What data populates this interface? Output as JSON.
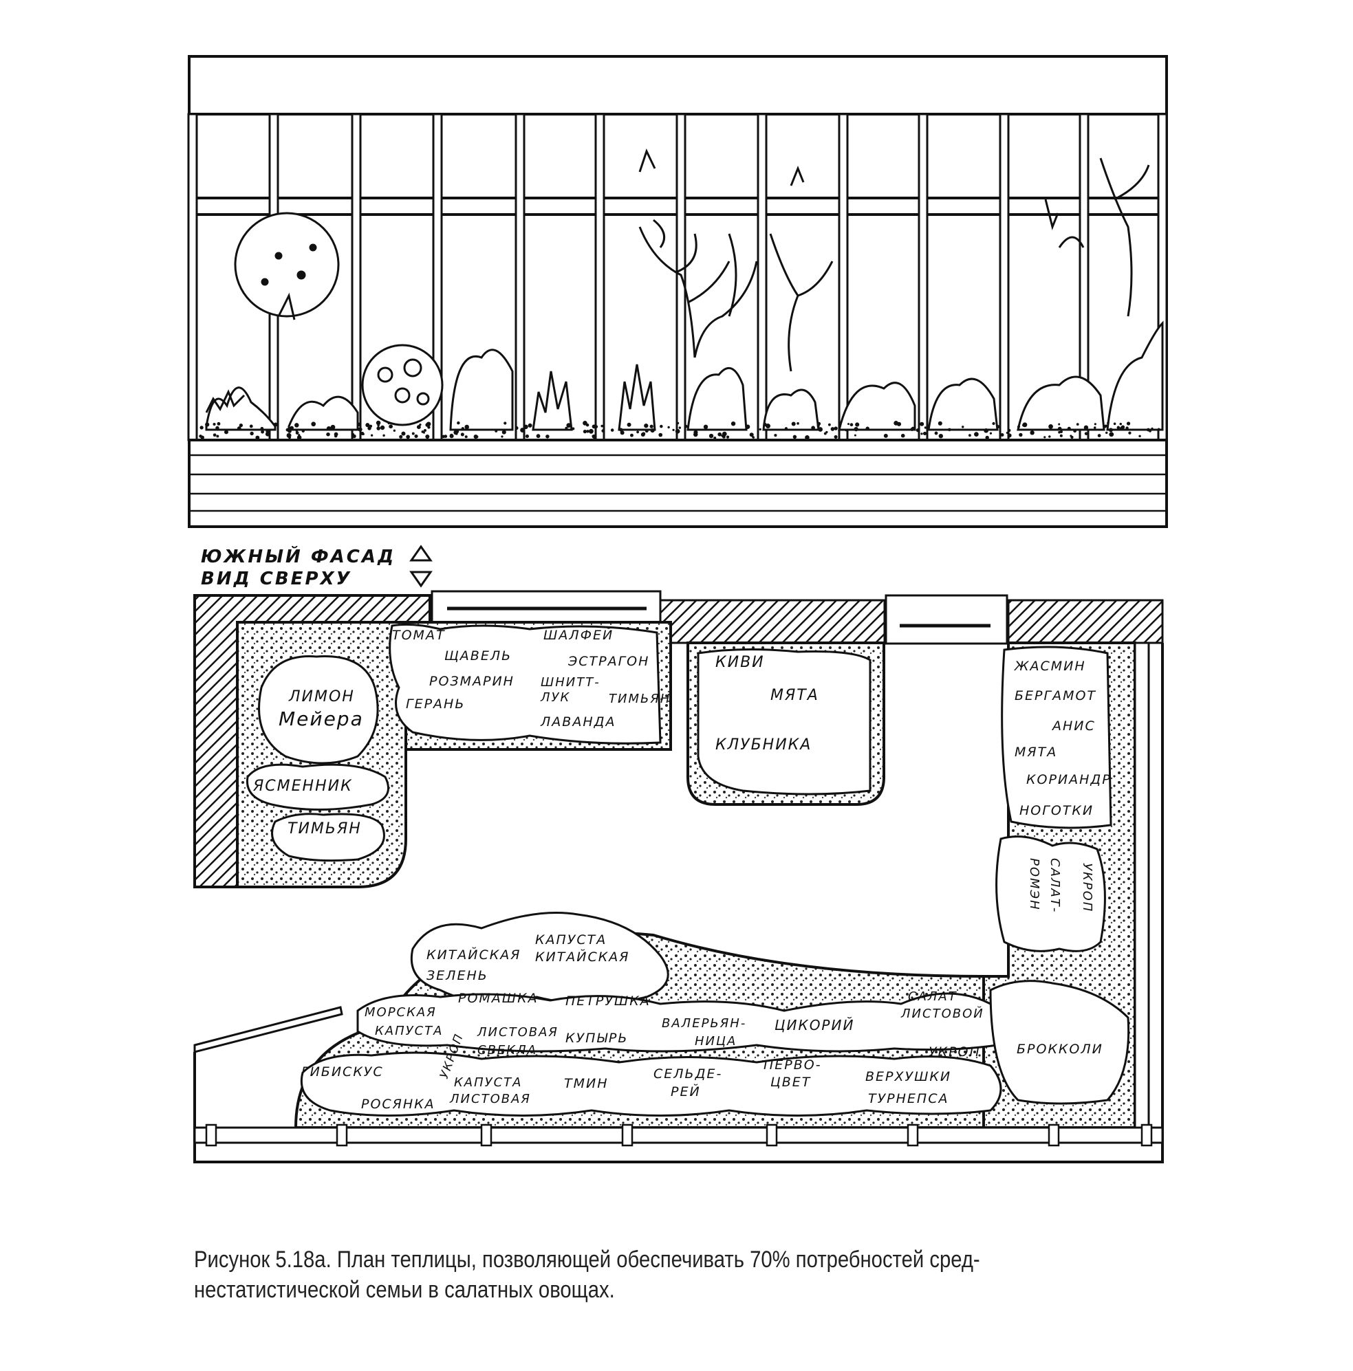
{
  "facade_label": "ЮЖНЫЙ ФАСАД",
  "top_view_label": "ВИД СВЕРХУ",
  "plants": {
    "lemon": "ЛИМОН",
    "lemon2": "Мейера",
    "yasmennik": "ЯСМЕННИК",
    "tymyan1": "ТИМЬЯН",
    "tomat": "ТОМАТ",
    "shchavel": "ЩАВЕЛЬ",
    "shalfei": "ШАЛФЕЙ",
    "estragon": "ЭСТРАГОН",
    "rozmarin": "РОЗМАРИН",
    "shnitt1": "ШНИТТ-",
    "shnitt2": "ЛУК",
    "geran": "ГЕРАНЬ",
    "tymyan2": "ТИМЬЯН",
    "lavanda": "ЛАВАНДА",
    "kivi": "КИВИ",
    "myata1": "МЯТА",
    "klubnika": "КЛУБНИКА",
    "jasmin": "ЖАСМИН",
    "bergamot": "БЕРГАМОТ",
    "anis": "АНИС",
    "myata2": "МЯТА",
    "koriandr": "КОРИАНДР",
    "nogotki": "НОГОТКИ",
    "salat_romen1": "САЛАТ-",
    "salat_romen2": "РОМЭН",
    "ukrop1": "УКРОП",
    "kitai_zelen1": "КИТАЙСКАЯ",
    "kitai_zelen2": "ЗЕЛЕНЬ",
    "kapusta_kit1": "КАПУСТА",
    "kapusta_kit2": "КИТАЙСКАЯ",
    "romashka": "РОМАШКА",
    "petrushka": "ПЕТРУШКА",
    "morskaya1": "МОРСКАЯ",
    "morskaya2": "КАПУСТА",
    "ukrop2": "УКРОП",
    "svekla1": "ЛИСТОВАЯ",
    "svekla2": "СВЕКЛА",
    "kupyr": "КУПЫРЬ",
    "valer1": "ВАЛЕРЬЯН-",
    "valer2": "НИЦА",
    "cikoriy": "ЦИКОРИЙ",
    "salat_list1": "САЛАТ",
    "salat_list2": "ЛИСТОВОЙ",
    "gibiskus": "ГИБИСКУС",
    "kap_list1": "КАПУСТА",
    "kap_list2": "ЛИСТОВАЯ",
    "tmin": "ТМИН",
    "seld1": "СЕЛЬДЕ-",
    "seld2": "РЕЙ",
    "pervo1": "ПЕРВО-",
    "pervo2": "ЦВЕТ",
    "turn1": "ВЕРХУШКИ",
    "turn2": "ТУРНЕПСА",
    "ukrop3": "УКРОП",
    "brokkoli": "БРОККОЛИ",
    "rosyanka": "РОСЯНКА"
  },
  "caption": {
    "line1": "Рисунок 5.18а. План теплицы, позволяющей обеспечивать 70% потребностей сред-",
    "line2": "нестатистической семьи в салатных овощах."
  }
}
